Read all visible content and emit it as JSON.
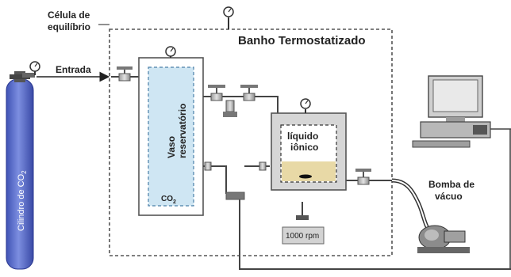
{
  "labels": {
    "cell": [
      "Célula de",
      "equilíbrio"
    ],
    "bath": "Banho Termostatizado",
    "inlet": "Entrada",
    "cylinder": "Cilindro de CO",
    "cylinder_sub": "2",
    "reservoir": [
      "Vaso",
      "reservatório"
    ],
    "reservoir_gas": "CO",
    "reservoir_gas_sub": "2",
    "ionic_liquid": [
      "líquido",
      "iônico"
    ],
    "stirrer": "1000 rpm",
    "pump": [
      "Bomba de",
      "vácuo"
    ]
  },
  "colors": {
    "cylinder": "#5b6fd0",
    "reservoir_fill": "#cfe6f3",
    "reservoir_border": "#8fb8d2",
    "liquid": "#e8d9a6",
    "equipment": "#b7b7b7",
    "line": "#444444"
  },
  "icons": [
    "pressure-gauge-icon",
    "valve-icon",
    "computer-icon",
    "vacuum-pump-icon",
    "gas-cylinder-icon",
    "magnetic-stirrer-icon"
  ]
}
